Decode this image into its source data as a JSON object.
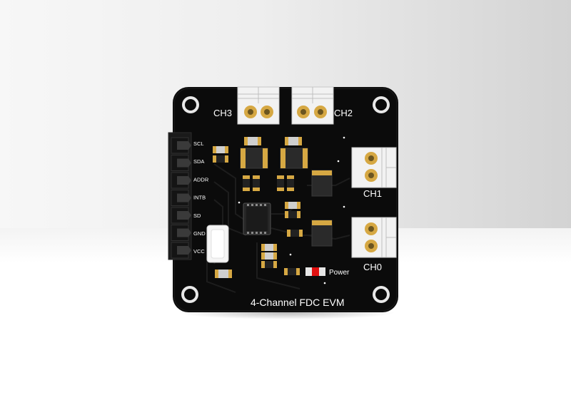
{
  "board": {
    "title": "4-Channel FDC EVM",
    "channels": {
      "ch0": "CH0",
      "ch1": "CH1",
      "ch2": "CH2",
      "ch3": "CH3"
    },
    "power_label": "Power",
    "header_pins": [
      "SCL",
      "SDA",
      "ADDR",
      "INTB",
      "SD",
      "GND",
      "VCC"
    ]
  },
  "colors": {
    "pcb": "#0b0b0b",
    "silkscreen": "#ffffff",
    "terminal_block": "#f2f2f2",
    "gold": "#d6a843",
    "power_led": "#e01010"
  }
}
